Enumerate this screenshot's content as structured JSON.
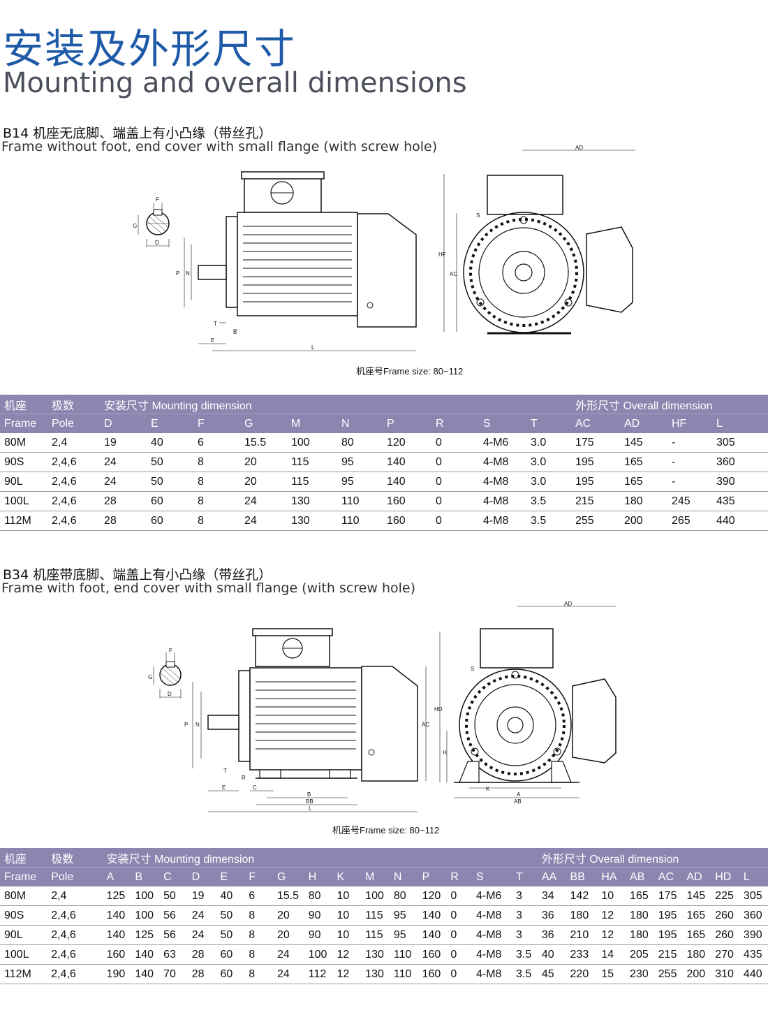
{
  "title": {
    "cn": "安装及外形尺寸",
    "en": "Mounting and overall dimensions"
  },
  "b14": {
    "heading_cn": "B14 机座无底脚、端盖上有小凸缘（带丝孔）",
    "heading_en": "Frame without foot, end cover with small flange (with screw hole)",
    "caption": "机座号Frame size: 80~112",
    "labels": {
      "F": "F",
      "G": "G",
      "D": "D",
      "P": "P",
      "N": "N",
      "T": "T",
      "B": "B",
      "E": "E",
      "L": "L",
      "AC": "AC",
      "HF": "HF",
      "AD": "AD",
      "S": "S"
    },
    "header_top": {
      "frame": "机座",
      "pole": "极数",
      "mounting": "安装尺寸 Mounting dimension",
      "overall": "外形尺寸 Overall dimension"
    },
    "header_bottom": {
      "frame": "Frame",
      "pole": "Pole"
    },
    "columns": [
      "D",
      "E",
      "F",
      "G",
      "M",
      "N",
      "P",
      "R",
      "S",
      "T",
      "AC",
      "AD",
      "HF",
      "L"
    ],
    "rows": [
      [
        "80M",
        "2,4",
        "19",
        "40",
        "6",
        "15.5",
        "100",
        "80",
        "120",
        "0",
        "4-M6",
        "3.0",
        "175",
        "145",
        "-",
        "305"
      ],
      [
        "90S",
        "2,4,6",
        "24",
        "50",
        "8",
        "20",
        "115",
        "95",
        "140",
        "0",
        "4-M8",
        "3.0",
        "195",
        "165",
        "-",
        "360"
      ],
      [
        "90L",
        "2,4,6",
        "24",
        "50",
        "8",
        "20",
        "115",
        "95",
        "140",
        "0",
        "4-M8",
        "3.0",
        "195",
        "165",
        "-",
        "390"
      ],
      [
        "100L",
        "2,4,6",
        "28",
        "60",
        "8",
        "24",
        "130",
        "110",
        "160",
        "0",
        "4-M8",
        "3.5",
        "215",
        "180",
        "245",
        "435"
      ],
      [
        "112M",
        "2,4,6",
        "28",
        "60",
        "8",
        "24",
        "130",
        "110",
        "160",
        "0",
        "4-M8",
        "3.5",
        "255",
        "200",
        "265",
        "440"
      ]
    ]
  },
  "b34": {
    "heading_cn": "B34 机座带底脚、端盖上有小凸缘（带丝孔）",
    "heading_en": "Frame with foot, end cover with small flange (with screw hole)",
    "caption": "机座号Frame size: 80~112",
    "labels": {
      "F": "F",
      "G": "G",
      "D": "D",
      "P": "P",
      "N": "N",
      "T": "T",
      "R": "R",
      "E": "E",
      "C": "C",
      "B": "B",
      "BB": "BB",
      "L": "L",
      "AC": "AC",
      "HD": "HD",
      "H": "H",
      "AD": "AD",
      "S": "S",
      "K": "K",
      "A": "A",
      "AB": "AB"
    },
    "header_top": {
      "frame": "机座",
      "pole": "极数",
      "mounting": "安装尺寸 Mounting dimension",
      "overall": "外形尺寸 Overall dimension"
    },
    "header_bottom": {
      "frame": "Frame",
      "pole": "Pole"
    },
    "columns": [
      "A",
      "B",
      "C",
      "D",
      "E",
      "F",
      "G",
      "H",
      "K",
      "M",
      "N",
      "P",
      "R",
      "S",
      "T",
      "AA",
      "BB",
      "HA",
      "AB",
      "AC",
      "AD",
      "HD",
      "L"
    ],
    "rows": [
      [
        "80M",
        "2,4",
        "125",
        "100",
        "50",
        "19",
        "40",
        "6",
        "15.5",
        "80",
        "10",
        "100",
        "80",
        "120",
        "0",
        "4-M6",
        "3",
        "34",
        "142",
        "10",
        "165",
        "175",
        "145",
        "225",
        "305"
      ],
      [
        "90S",
        "2,4,6",
        "140",
        "100",
        "56",
        "24",
        "50",
        "8",
        "20",
        "90",
        "10",
        "115",
        "95",
        "140",
        "0",
        "4-M8",
        "3",
        "36",
        "180",
        "12",
        "180",
        "195",
        "165",
        "260",
        "360"
      ],
      [
        "90L",
        "2,4,6",
        "140",
        "125",
        "56",
        "24",
        "50",
        "8",
        "20",
        "90",
        "10",
        "115",
        "95",
        "140",
        "0",
        "4-M8",
        "3",
        "36",
        "210",
        "12",
        "180",
        "195",
        "165",
        "260",
        "390"
      ],
      [
        "100L",
        "2,4,6",
        "160",
        "140",
        "63",
        "28",
        "60",
        "8",
        "24",
        "100",
        "12",
        "130",
        "110",
        "160",
        "0",
        "4-M8",
        "3.5",
        "40",
        "233",
        "14",
        "205",
        "215",
        "180",
        "270",
        "435"
      ],
      [
        "112M",
        "2,4,6",
        "190",
        "140",
        "70",
        "28",
        "60",
        "8",
        "24",
        "112",
        "12",
        "130",
        "110",
        "160",
        "0",
        "4-M8",
        "3.5",
        "45",
        "220",
        "15",
        "230",
        "255",
        "200",
        "310",
        "440"
      ]
    ]
  }
}
